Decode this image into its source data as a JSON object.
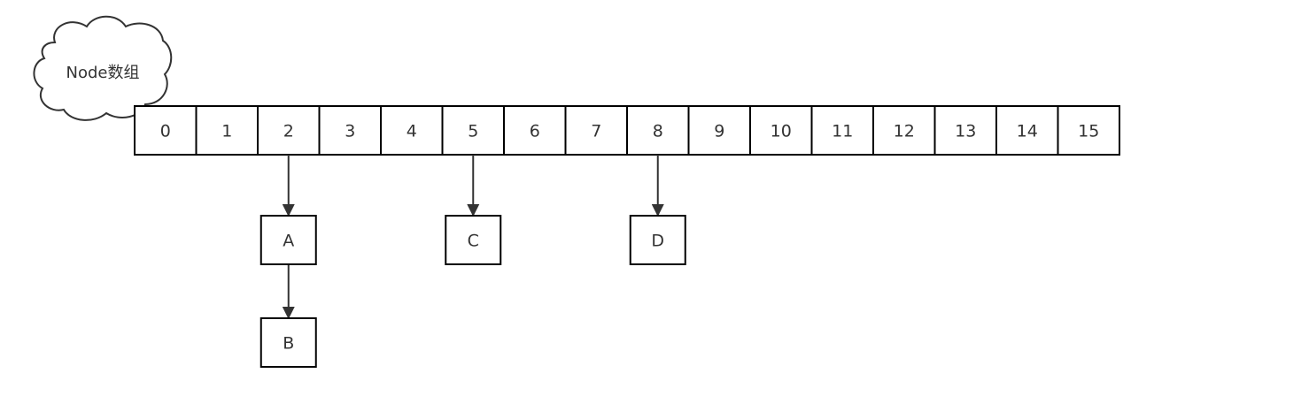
{
  "cloud_label": "Node数组",
  "array": {
    "indices": [
      "0",
      "1",
      "2",
      "3",
      "4",
      "5",
      "6",
      "7",
      "8",
      "9",
      "10",
      "11",
      "12",
      "13",
      "14",
      "15"
    ]
  },
  "nodes": [
    {
      "id": "A",
      "label": "A",
      "bucket": 2,
      "depth": 0
    },
    {
      "id": "B",
      "label": "B",
      "bucket": 2,
      "depth": 1
    },
    {
      "id": "C",
      "label": "C",
      "bucket": 5,
      "depth": 0
    },
    {
      "id": "D",
      "label": "D",
      "bucket": 8,
      "depth": 0
    }
  ],
  "edges": [
    {
      "from": "cell-2",
      "to": "A"
    },
    {
      "from": "A",
      "to": "B"
    },
    {
      "from": "cell-5",
      "to": "C"
    },
    {
      "from": "cell-8",
      "to": "D"
    }
  ],
  "colors": {
    "stroke": "#000000",
    "fill": "#ffffff",
    "text": "#333333"
  }
}
